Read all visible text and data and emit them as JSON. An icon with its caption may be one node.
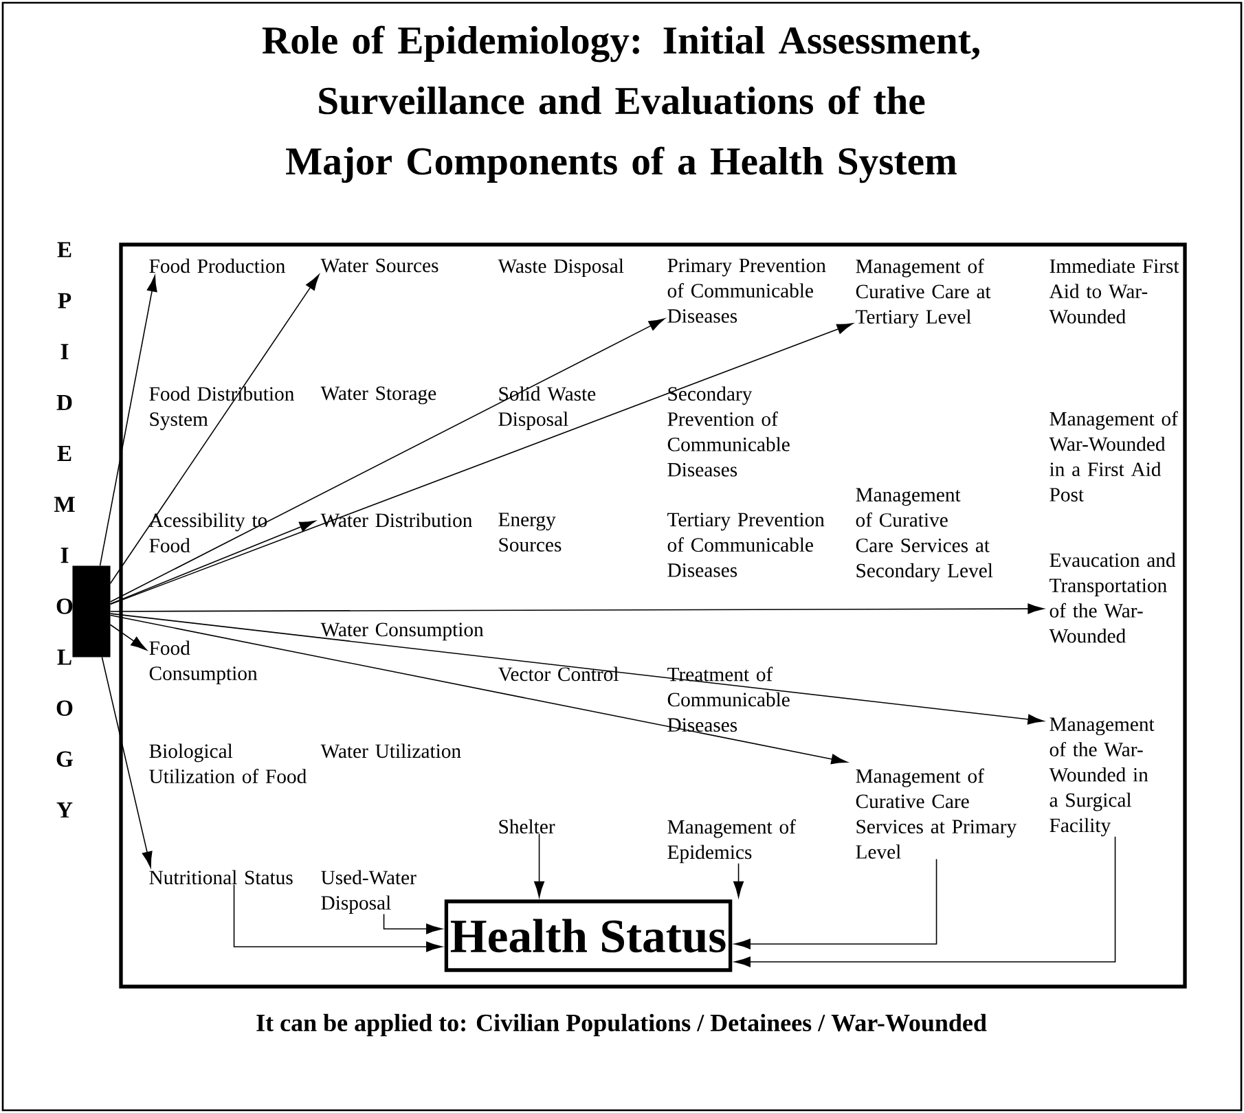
{
  "diagram": {
    "title": "Role of Epidemiology: Initial Assessment, Surveillance and Evaluations of the Major Components of a Health System",
    "caption": "It can be applied to: Civilian Populations / Detainees / War-Wounded",
    "nodes": [
      {
        "text": [],
        "shape": "bar",
        "beside": [
          "EPIDEMIOLOGY"
        ]
      },
      {
        "text": [
          "Food Production"
        ]
      },
      {
        "text": [
          "Water Sources"
        ]
      },
      {
        "text": [
          "Waste Disposal"
        ]
      },
      {
        "text": [
          "Primary Prevention of Communicable Diseases"
        ]
      },
      {
        "text": [
          "Management of Curative Care at Tertiary Level"
        ]
      },
      {
        "text": [
          "Immediate First Aid to War-Wounded"
        ]
      },
      {
        "text": [
          "Food Distribution System"
        ]
      },
      {
        "text": [
          "Water Storage"
        ]
      },
      {
        "text": [
          "Solid Waste Disposal"
        ]
      },
      {
        "text": [
          "Secondary Prevention of Communicable Diseases"
        ]
      },
      {
        "text": [
          "Management of War-Wounded in a First Aid Post"
        ]
      },
      {
        "text": [
          "Acessibility to Food"
        ]
      },
      {
        "text": [
          "Water Distribution"
        ]
      },
      {
        "text": [
          "Energy Sources"
        ]
      },
      {
        "text": [
          "Tertiary Prevention of Communicable Diseases"
        ]
      },
      {
        "text": [
          "Management of Curative Care Services at Secondary Level"
        ]
      },
      {
        "text": [
          "Evaucation and Transportation of the War-Wounded"
        ]
      },
      {
        "text": [
          "Water Consumption"
        ]
      },
      {
        "text": [
          "Food Consumption"
        ]
      },
      {
        "text": [
          "Vector Control"
        ]
      },
      {
        "text": [
          "Treatment of Communicable Diseases"
        ]
      },
      {
        "text": [
          "Management of the War-Wounded in a Surgical Facility"
        ]
      },
      {
        "text": [
          "Biological Utilization of Food"
        ]
      },
      {
        "text": [
          "Water Utilization"
        ]
      },
      {
        "text": [
          "Management of Curative Care Services at Primary Level"
        ]
      },
      {
        "text": [
          "Shelter"
        ]
      },
      {
        "text": [
          "Management of Epidemics"
        ]
      },
      {
        "text": [
          "Nutritional Status"
        ]
      },
      {
        "text": [
          "Used-Water Disposal"
        ]
      },
      {
        "text": [
          "Health Status"
        ]
      }
    ],
    "edges": [
      {
        "from": 0,
        "to": 1,
        "arrow": "to"
      },
      {
        "from": 0,
        "to": 2,
        "arrow": "to"
      },
      {
        "from": 0,
        "to": 4,
        "arrow": "to"
      },
      {
        "from": 0,
        "to": 5,
        "arrow": "to"
      },
      {
        "from": 0,
        "to": 13,
        "arrow": "to"
      },
      {
        "from": 0,
        "to": 17,
        "arrow": "to"
      },
      {
        "from": 0,
        "to": 22,
        "arrow": "to"
      },
      {
        "from": 0,
        "to": 25,
        "arrow": "to"
      },
      {
        "from": 0,
        "to": 19,
        "arrow": "to"
      },
      {
        "from": 0,
        "to": 28,
        "arrow": "to"
      },
      {
        "from": 26,
        "to": 30,
        "arrow": "to"
      },
      {
        "from": 27,
        "to": 30,
        "arrow": "to"
      },
      {
        "from": 28,
        "to": 30,
        "arrow": "to"
      },
      {
        "from": 29,
        "to": 30,
        "arrow": "to"
      },
      {
        "from": 25,
        "to": 30,
        "arrow": "to"
      },
      {
        "from": 22,
        "to": 30,
        "arrow": "to"
      }
    ]
  }
}
